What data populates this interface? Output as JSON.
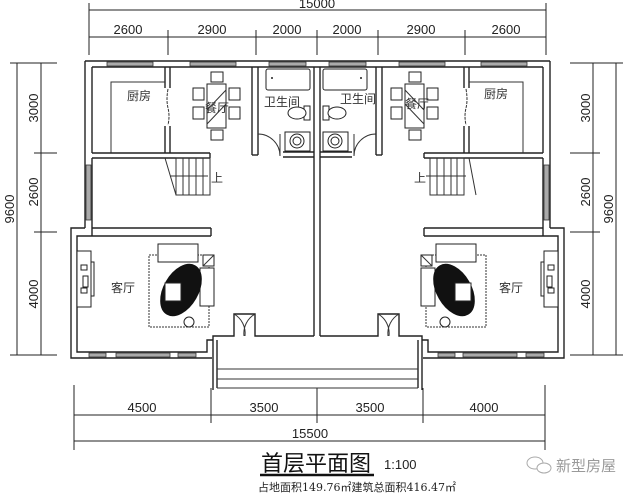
{
  "drawing": {
    "title": "首层平面图",
    "scale": "1:100",
    "area_note": "占地面积149.76㎡建筑总面积416.47㎡",
    "watermark": "新型房屋",
    "watermark_icon": "wechat-icon"
  },
  "dimensions": {
    "top_total": "15000",
    "top_segments": [
      "2600",
      "2900",
      "2000",
      "2000",
      "2900",
      "2600"
    ],
    "bottom_segments": [
      "4500",
      "3500",
      "3500",
      "4000"
    ],
    "bottom_total": "15500",
    "left_total": "9600",
    "left_segments": [
      "3000",
      "2600",
      "4000"
    ],
    "right_total": "9600",
    "right_segments": [
      "3000",
      "2600",
      "4000"
    ]
  },
  "rooms": {
    "kitchen_left": "厨房",
    "dining_left": "餐厅",
    "bath_left": "卫生间",
    "bath_right": "卫生间",
    "dining_right": "餐厅",
    "kitchen_right": "厨房",
    "living_left": "客厅",
    "living_right": "客厅",
    "stair_up_left": "上",
    "stair_up_right": "上"
  },
  "colors": {
    "line": "#222222",
    "window_fill": "#aaaaaa",
    "background": "#ffffff"
  }
}
